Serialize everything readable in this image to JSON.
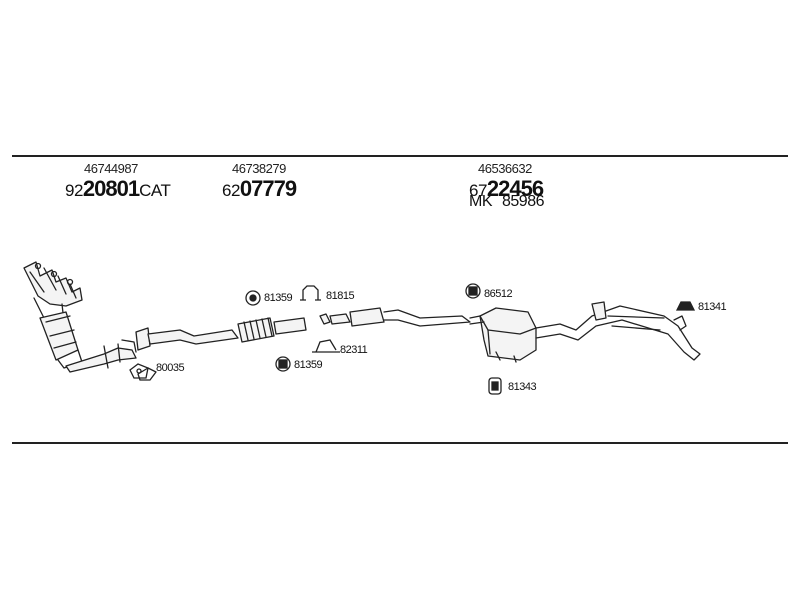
{
  "groups": [
    {
      "part_number": "46744987",
      "code_prefix": "92",
      "code_main": "20801",
      "code_suffix": "CAT"
    },
    {
      "part_number": "46738279",
      "code_prefix": "62",
      "code_main": "07779",
      "code_suffix": ""
    },
    {
      "part_number": "46536632",
      "code_prefix": "67",
      "code_main": "22456",
      "code_suffix": "",
      "mk_prefix": "MK",
      "mk_number": "85986"
    }
  ],
  "parts": [
    {
      "number": "80035",
      "icon": "gasket-icon"
    },
    {
      "number": "81359",
      "icon": "nut-icon"
    },
    {
      "number": "81815",
      "icon": "clamp-icon"
    },
    {
      "number": "82311",
      "icon": "u-bolt-clamp-icon"
    },
    {
      "number": "81359",
      "icon": "nut-icon"
    },
    {
      "number": "86512",
      "icon": "bolt-icon"
    },
    {
      "number": "81343",
      "icon": "bracket-icon"
    },
    {
      "number": "81341",
      "icon": "rubber-mount-icon"
    }
  ],
  "colors": {
    "line": "#222222",
    "pipe_fill": "#f4f4f4"
  }
}
